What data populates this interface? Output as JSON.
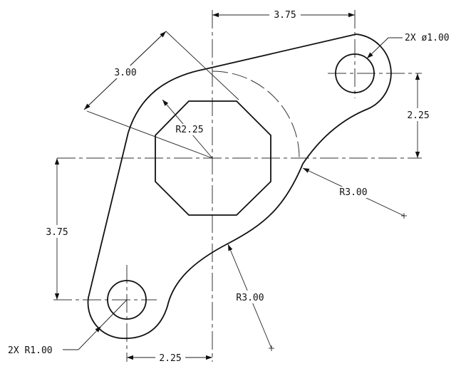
{
  "dimensions": {
    "top_width": "3.75",
    "hole_diameter": "2X ø1.00",
    "right_height": "2.25",
    "upper_right_radius": "R3.00",
    "diagonal": "3.00",
    "octagon_radius": "R2.25",
    "left_height": "3.75",
    "lower_radius": "R3.00",
    "boss_radius": "2X R1.00",
    "bottom_width": "2.25"
  }
}
